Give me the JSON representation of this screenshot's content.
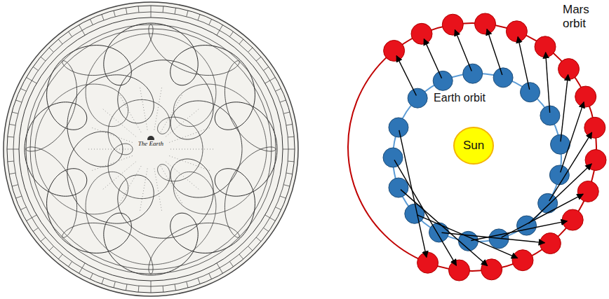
{
  "diagram": {
    "nodes": [
      {
        "text": [
          "Sun"
        ]
      }
    ],
    "labels": [
      "The Earth",
      "Earth orbit",
      "Mars orbit"
    ]
  }
}
